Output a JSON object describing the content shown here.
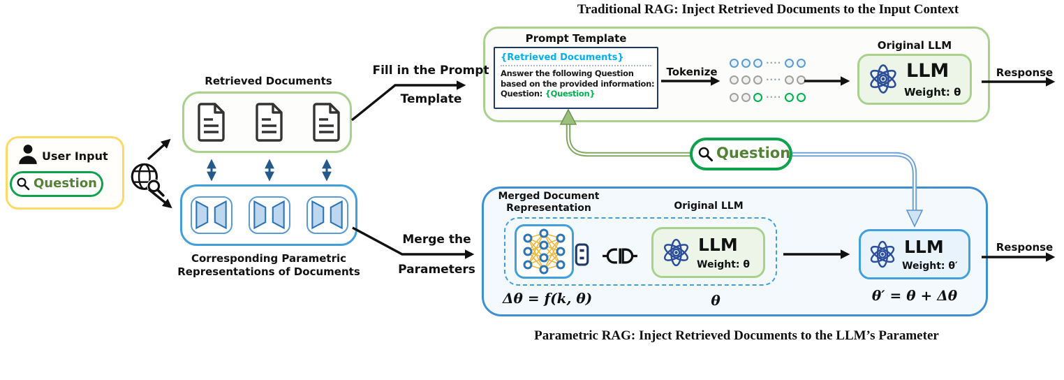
{
  "titles": {
    "top": "Traditional RAG: Inject Retrieved Documents to the Input Context",
    "bottom": "Parametric RAG: Inject Retrieved Documents to the LLM’s Parameter"
  },
  "user_box": {
    "title": "User Input",
    "question": "Question"
  },
  "retrieved": {
    "label": "Retrieved Documents"
  },
  "parametric": {
    "caption_line1": "Corresponding Parametric",
    "caption_line2": "Representations of Documents"
  },
  "labels": {
    "fill_prompt_line1": "Fill in the Prompt",
    "fill_prompt_line2": "Template",
    "merge_line1": "Merge the",
    "merge_line2": "Parameters",
    "tokenize": "Tokenize",
    "response_top": "Response",
    "response_bottom": "Response"
  },
  "prompt_template": {
    "title": "Prompt Template",
    "retrieved_slot": "{Retrieved Documents}",
    "body_line1": "Answer the following Question",
    "body_line2": "based on the provided information:",
    "question_prefix": "Question: ",
    "question_slot": "{Question}"
  },
  "llm_top": {
    "label": "Original LLM",
    "name": "LLM",
    "weight": "Weight: θ"
  },
  "question_badge": {
    "label": "Question"
  },
  "merged_repr": {
    "line1": "Merged Document",
    "line2": "Representation"
  },
  "llm_mid": {
    "label": "Original LLM",
    "name": "LLM",
    "weight": "Weight: θ"
  },
  "llm_updated": {
    "name": "LLM",
    "weight": "Weight: θ′"
  },
  "formulas": {
    "delta": "Δθ = f(k, θ)",
    "theta": "θ",
    "update": "θ′ = θ + Δθ"
  },
  "tokens": {
    "rows": [
      [
        "blue",
        "blue",
        "blue",
        "dots",
        "blue",
        "blue"
      ],
      [
        "gray",
        "gray",
        "gray",
        "dots",
        "gray",
        "gray"
      ],
      [
        "gray",
        "gray",
        "green",
        "dots",
        "green",
        "green"
      ]
    ]
  },
  "colors": {
    "yellow_border": "#ffd966",
    "green_pill": "#12a14b",
    "green_text": "#538135",
    "soft_green_border": "#a9d18e",
    "navy": "#1f3864",
    "cyan_slot": "#00b0f0",
    "green_slot": "#00b050",
    "blue_border": "#41a0dc",
    "big_blue_border": "#3f8fd2",
    "token_blue": "#5b9bd5",
    "token_gray": "#a0a0a0",
    "token_green": "#00b050"
  }
}
